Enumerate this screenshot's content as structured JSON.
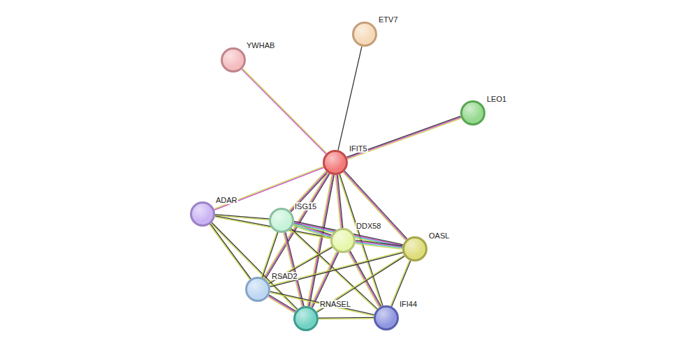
{
  "diagram": {
    "nodes": [
      {
        "text": [
          "ETV7"
        ]
      },
      {
        "text": [
          "YWHAB"
        ]
      },
      {
        "text": [
          "LEO1"
        ]
      },
      {
        "text": [
          "IFIT5"
        ]
      },
      {
        "text": [
          "ADAR"
        ]
      },
      {
        "text": [
          "ISG15"
        ]
      },
      {
        "text": [
          "DDX58"
        ]
      },
      {
        "text": [
          "OASL"
        ]
      },
      {
        "text": [
          "RSAD2"
        ]
      },
      {
        "text": [
          "RNASEL"
        ]
      },
      {
        "text": [
          "IFI44"
        ]
      }
    ],
    "edges": [
      {
        "from": 3,
        "to": 1,
        "arrow": "none"
      },
      {
        "from": 3,
        "to": 0,
        "arrow": "none"
      },
      {
        "from": 3,
        "to": 2,
        "arrow": "none"
      },
      {
        "from": 3,
        "to": 4,
        "arrow": "none"
      },
      {
        "from": 3,
        "to": 5,
        "arrow": "none"
      },
      {
        "from": 3,
        "to": 6,
        "arrow": "none"
      },
      {
        "from": 3,
        "to": 7,
        "arrow": "none"
      },
      {
        "from": 3,
        "to": 8,
        "arrow": "none"
      },
      {
        "from": 3,
        "to": 9,
        "arrow": "none"
      },
      {
        "from": 3,
        "to": 10,
        "arrow": "none"
      },
      {
        "from": 4,
        "to": 5,
        "arrow": "none"
      },
      {
        "from": 4,
        "to": 6,
        "arrow": "none"
      },
      {
        "from": 4,
        "to": 8,
        "arrow": "none"
      },
      {
        "from": 4,
        "to": 9,
        "arrow": "none"
      },
      {
        "from": 5,
        "to": 6,
        "arrow": "none"
      },
      {
        "from": 5,
        "to": 7,
        "arrow": "none"
      },
      {
        "from": 5,
        "to": 8,
        "arrow": "none"
      },
      {
        "from": 5,
        "to": 9,
        "arrow": "none"
      },
      {
        "from": 5,
        "to": 10,
        "arrow": "none"
      },
      {
        "from": 6,
        "to": 7,
        "arrow": "none"
      },
      {
        "from": 6,
        "to": 8,
        "arrow": "none"
      },
      {
        "from": 6,
        "to": 9,
        "arrow": "none"
      },
      {
        "from": 6,
        "to": 10,
        "arrow": "none"
      },
      {
        "from": 7,
        "to": 8,
        "arrow": "none"
      },
      {
        "from": 7,
        "to": 9,
        "arrow": "none"
      },
      {
        "from": 7,
        "to": 10,
        "arrow": "none"
      },
      {
        "from": 8,
        "to": 9,
        "arrow": "none"
      },
      {
        "from": 8,
        "to": 10,
        "arrow": "none"
      },
      {
        "from": 9,
        "to": 10,
        "arrow": "none"
      }
    ]
  }
}
